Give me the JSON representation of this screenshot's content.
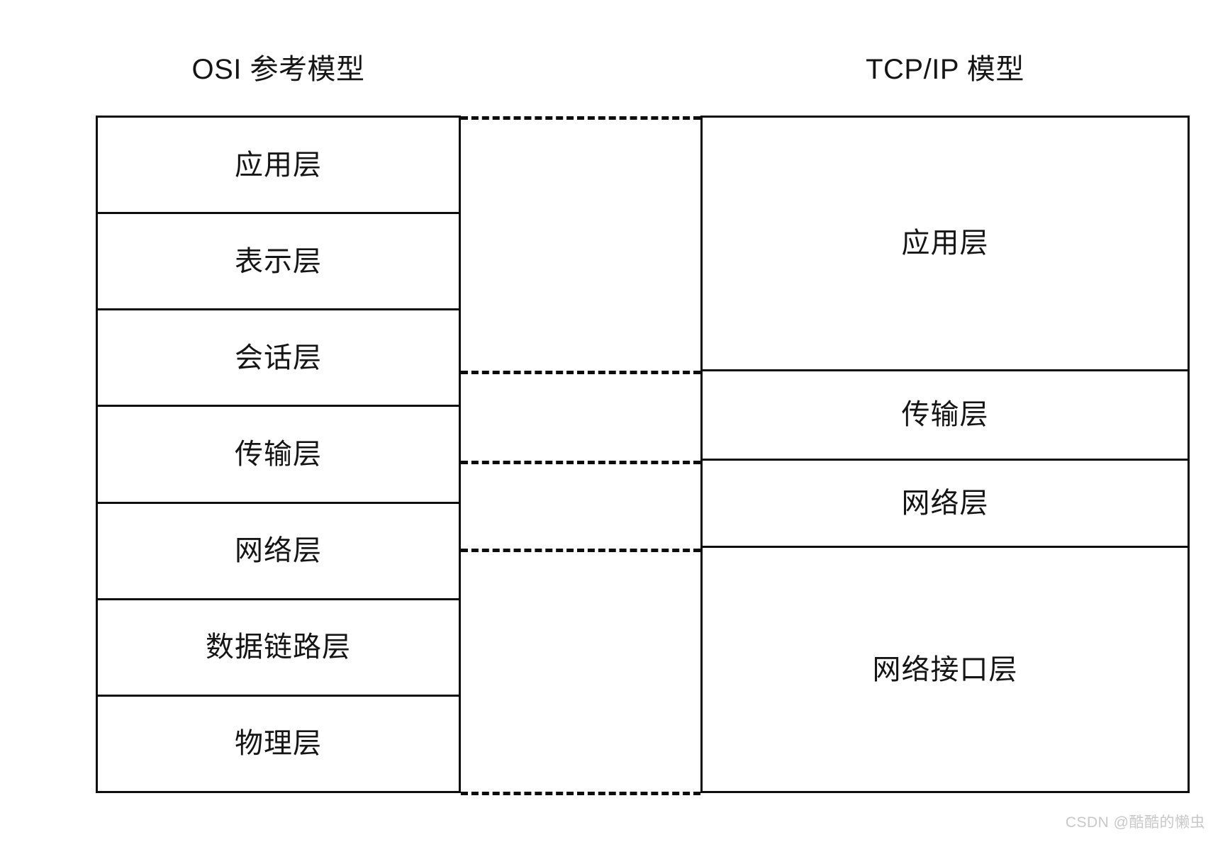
{
  "diagram": {
    "title_left": "OSI 参考模型",
    "title_right": "TCP/IP 模型",
    "osi_layers": [
      {
        "label": "应用层"
      },
      {
        "label": "表示层"
      },
      {
        "label": "会话层"
      },
      {
        "label": "传输层"
      },
      {
        "label": "网络层"
      },
      {
        "label": "数据链路层"
      },
      {
        "label": "物理层"
      }
    ],
    "tcpip_layers": [
      {
        "label": "应用层"
      },
      {
        "label": "传输层"
      },
      {
        "label": "网络层"
      },
      {
        "label": "网络接口层"
      }
    ],
    "connectors": [
      {
        "name": "top-boundary"
      },
      {
        "name": "session-transport-boundary"
      },
      {
        "name": "transport-network-boundary"
      },
      {
        "name": "network-datalink-boundary"
      },
      {
        "name": "bottom-boundary"
      }
    ],
    "colors": {
      "stroke": "#0d0d0d",
      "text": "#151515",
      "background": "#ffffff",
      "watermark": "#c8c8c8"
    }
  },
  "watermark": {
    "text": "CSDN @酷酷的懒虫"
  }
}
